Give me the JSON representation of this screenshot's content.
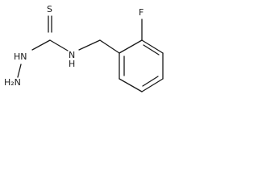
{
  "molecule": {
    "atoms": {
      "sulfur": "S",
      "amide_nitrogen": "N",
      "amide_hydrogen": "H",
      "hydrazine_nitrogen_h": "HN",
      "terminal_amine": "H₂N",
      "fluorine": "F"
    }
  }
}
